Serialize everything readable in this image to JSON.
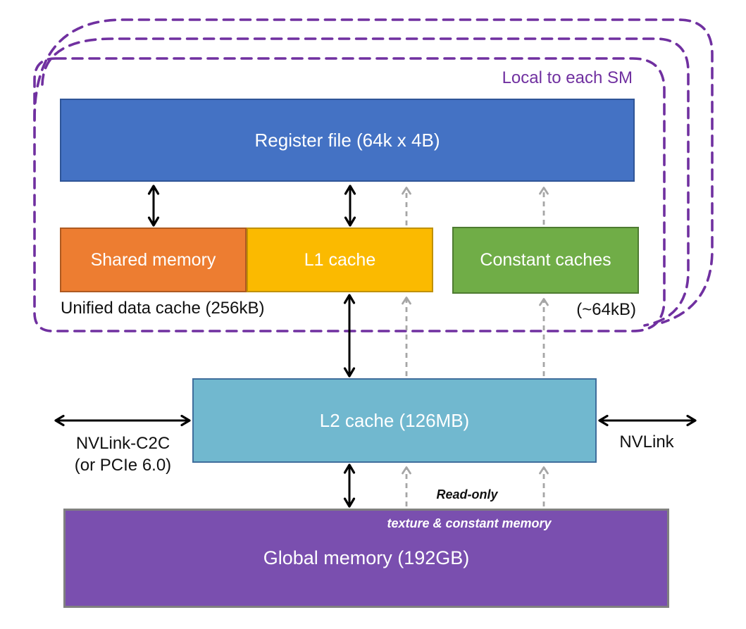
{
  "diagram_title": "Local to each SM",
  "boxes": {
    "register_file": {
      "label": "Register file (64k x 4B)",
      "fill": "#4472C4"
    },
    "shared_memory": {
      "label": "Shared memory",
      "fill": "#ED7D31"
    },
    "l1_cache": {
      "label": "L1 cache",
      "fill": "#FBBA00"
    },
    "constant_caches": {
      "label": "Constant caches",
      "fill": "#70AD47"
    },
    "l2_cache": {
      "label": "L2 cache (126MB)",
      "fill": "#71B8CF"
    },
    "global_memory": {
      "label": "Global memory (192GB)",
      "fill": "#7A4FAF"
    }
  },
  "labels": {
    "unified_data_cache": "Unified data cache (256kB)",
    "constant_cache_size": "(~64kB)",
    "nvlink_c2c": "NVLink-C2C",
    "nvlink_c2c_alt": "(or PCIe 6.0)",
    "nvlink": "NVLink",
    "read_only": "Read-only",
    "texture_constant_memory": "texture & constant memory"
  },
  "colors": {
    "sm_outline": "#7030A0",
    "gray_arrow": "#A6A6A6",
    "black_arrow": "#000000"
  }
}
